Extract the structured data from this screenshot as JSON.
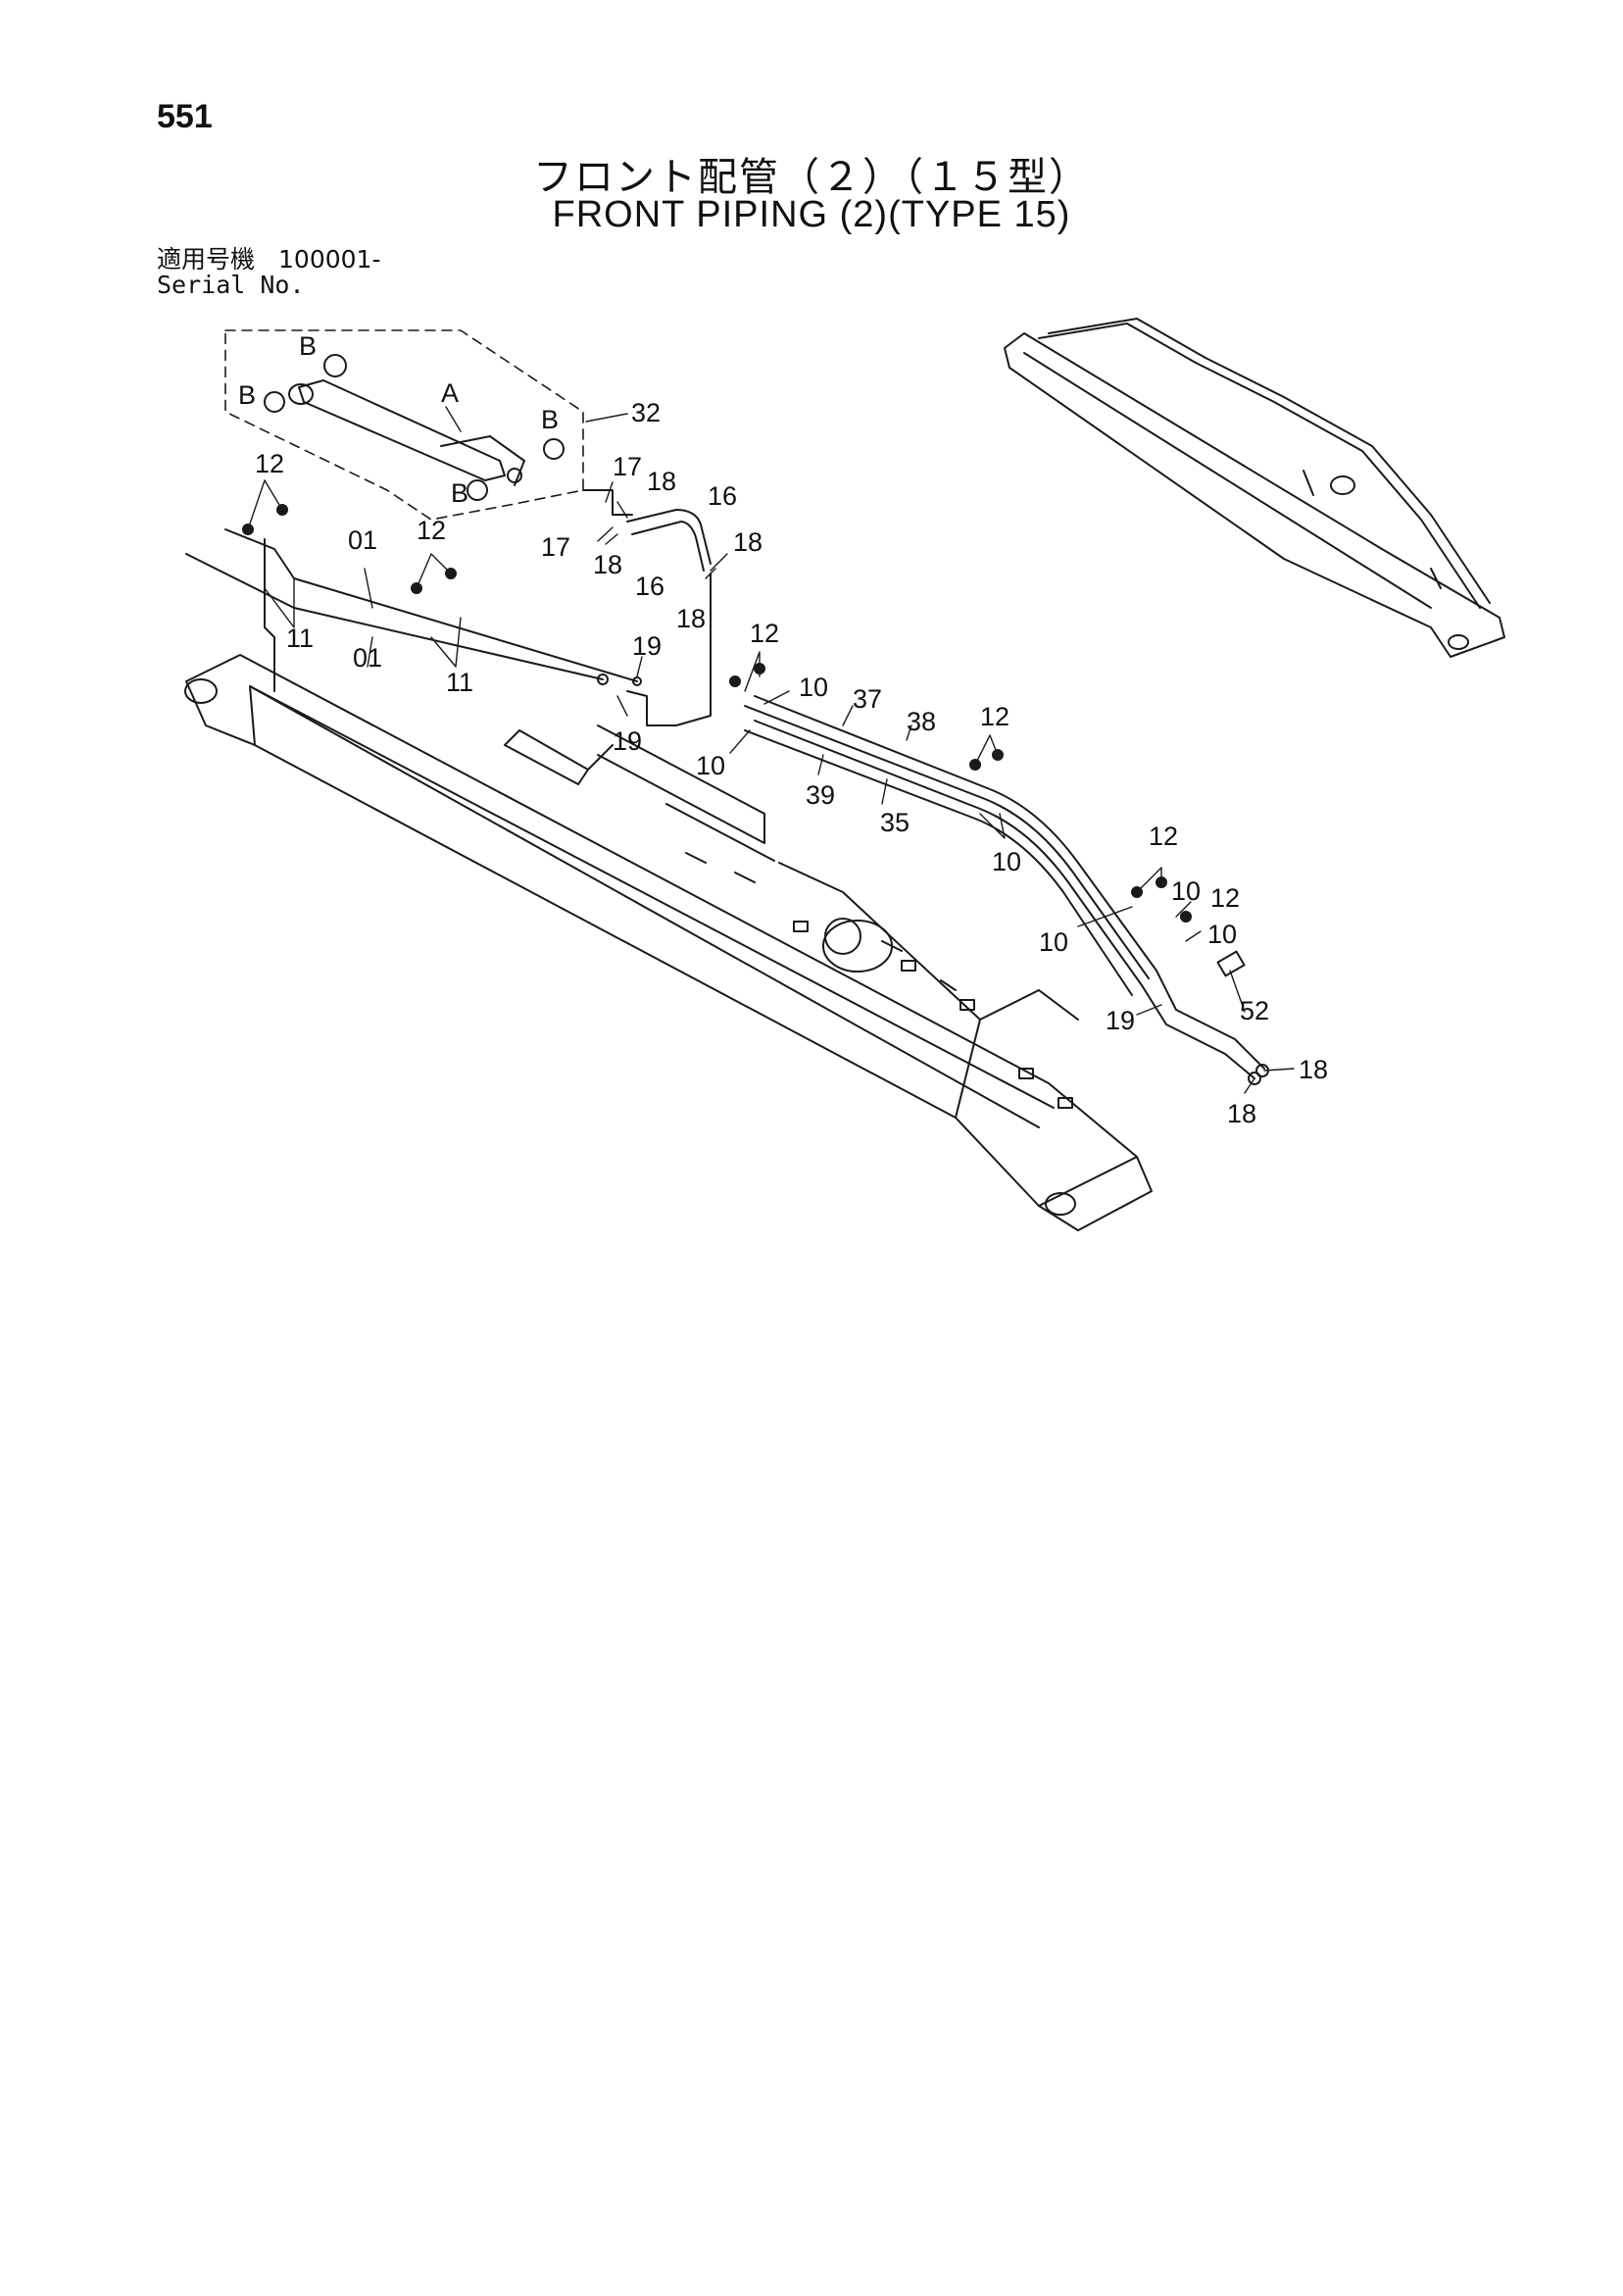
{
  "page_number": "551",
  "title_jp": "フロント配管（２）（１５型）",
  "title_en": "FRONT PIPING (2)(TYPE 15)",
  "serial": {
    "label_jp": "適用号機",
    "value": "100001-",
    "label_en": "Serial No."
  },
  "callouts": {
    "c32": "32",
    "cA": "A",
    "cB1": "B",
    "cB2": "B",
    "cB3": "B",
    "cB4": "B",
    "c12a": "12",
    "c01a": "01",
    "c12b": "12",
    "c11a": "11",
    "c01b": "01",
    "c11b": "11",
    "c17a": "17",
    "c18a": "18",
    "c16a": "16",
    "c17b": "17",
    "c18b": "18",
    "c16b": "16",
    "c18c": "18",
    "c18d": "18",
    "c19a": "19",
    "c19b": "19",
    "c12c": "12",
    "c10a": "10",
    "c37": "37",
    "c38": "38",
    "c12d": "12",
    "c10b": "10",
    "c39": "39",
    "c35": "35",
    "c10c": "10",
    "c12e": "12",
    "c10d": "10",
    "c12f": "12",
    "c10e": "10",
    "c10f": "10",
    "c19c": "19",
    "c52": "52",
    "c18e": "18",
    "c18f": "18"
  }
}
